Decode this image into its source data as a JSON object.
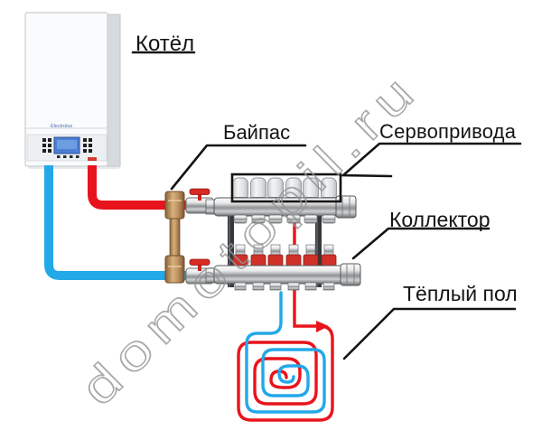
{
  "labels": {
    "boiler": "Котёл",
    "bypass": "Байпас",
    "servo_drives": "Сервопривода",
    "collector": "Коллектор",
    "warm_floor": "Тёплый пол"
  },
  "boiler": {
    "brand": "Electrolux"
  },
  "watermark": "domotopil.ru",
  "colors": {
    "supply_pipe": "#e8141c",
    "return_pipe": "#23a8e8",
    "brass": "#b98e5e",
    "flow_meter_red": "#cf3028",
    "callout_line": "#141414",
    "watermark_gray": "#949494"
  },
  "counts": {
    "servo_caps": 6,
    "flow_meters": 6,
    "manifold_outlets": 6
  }
}
